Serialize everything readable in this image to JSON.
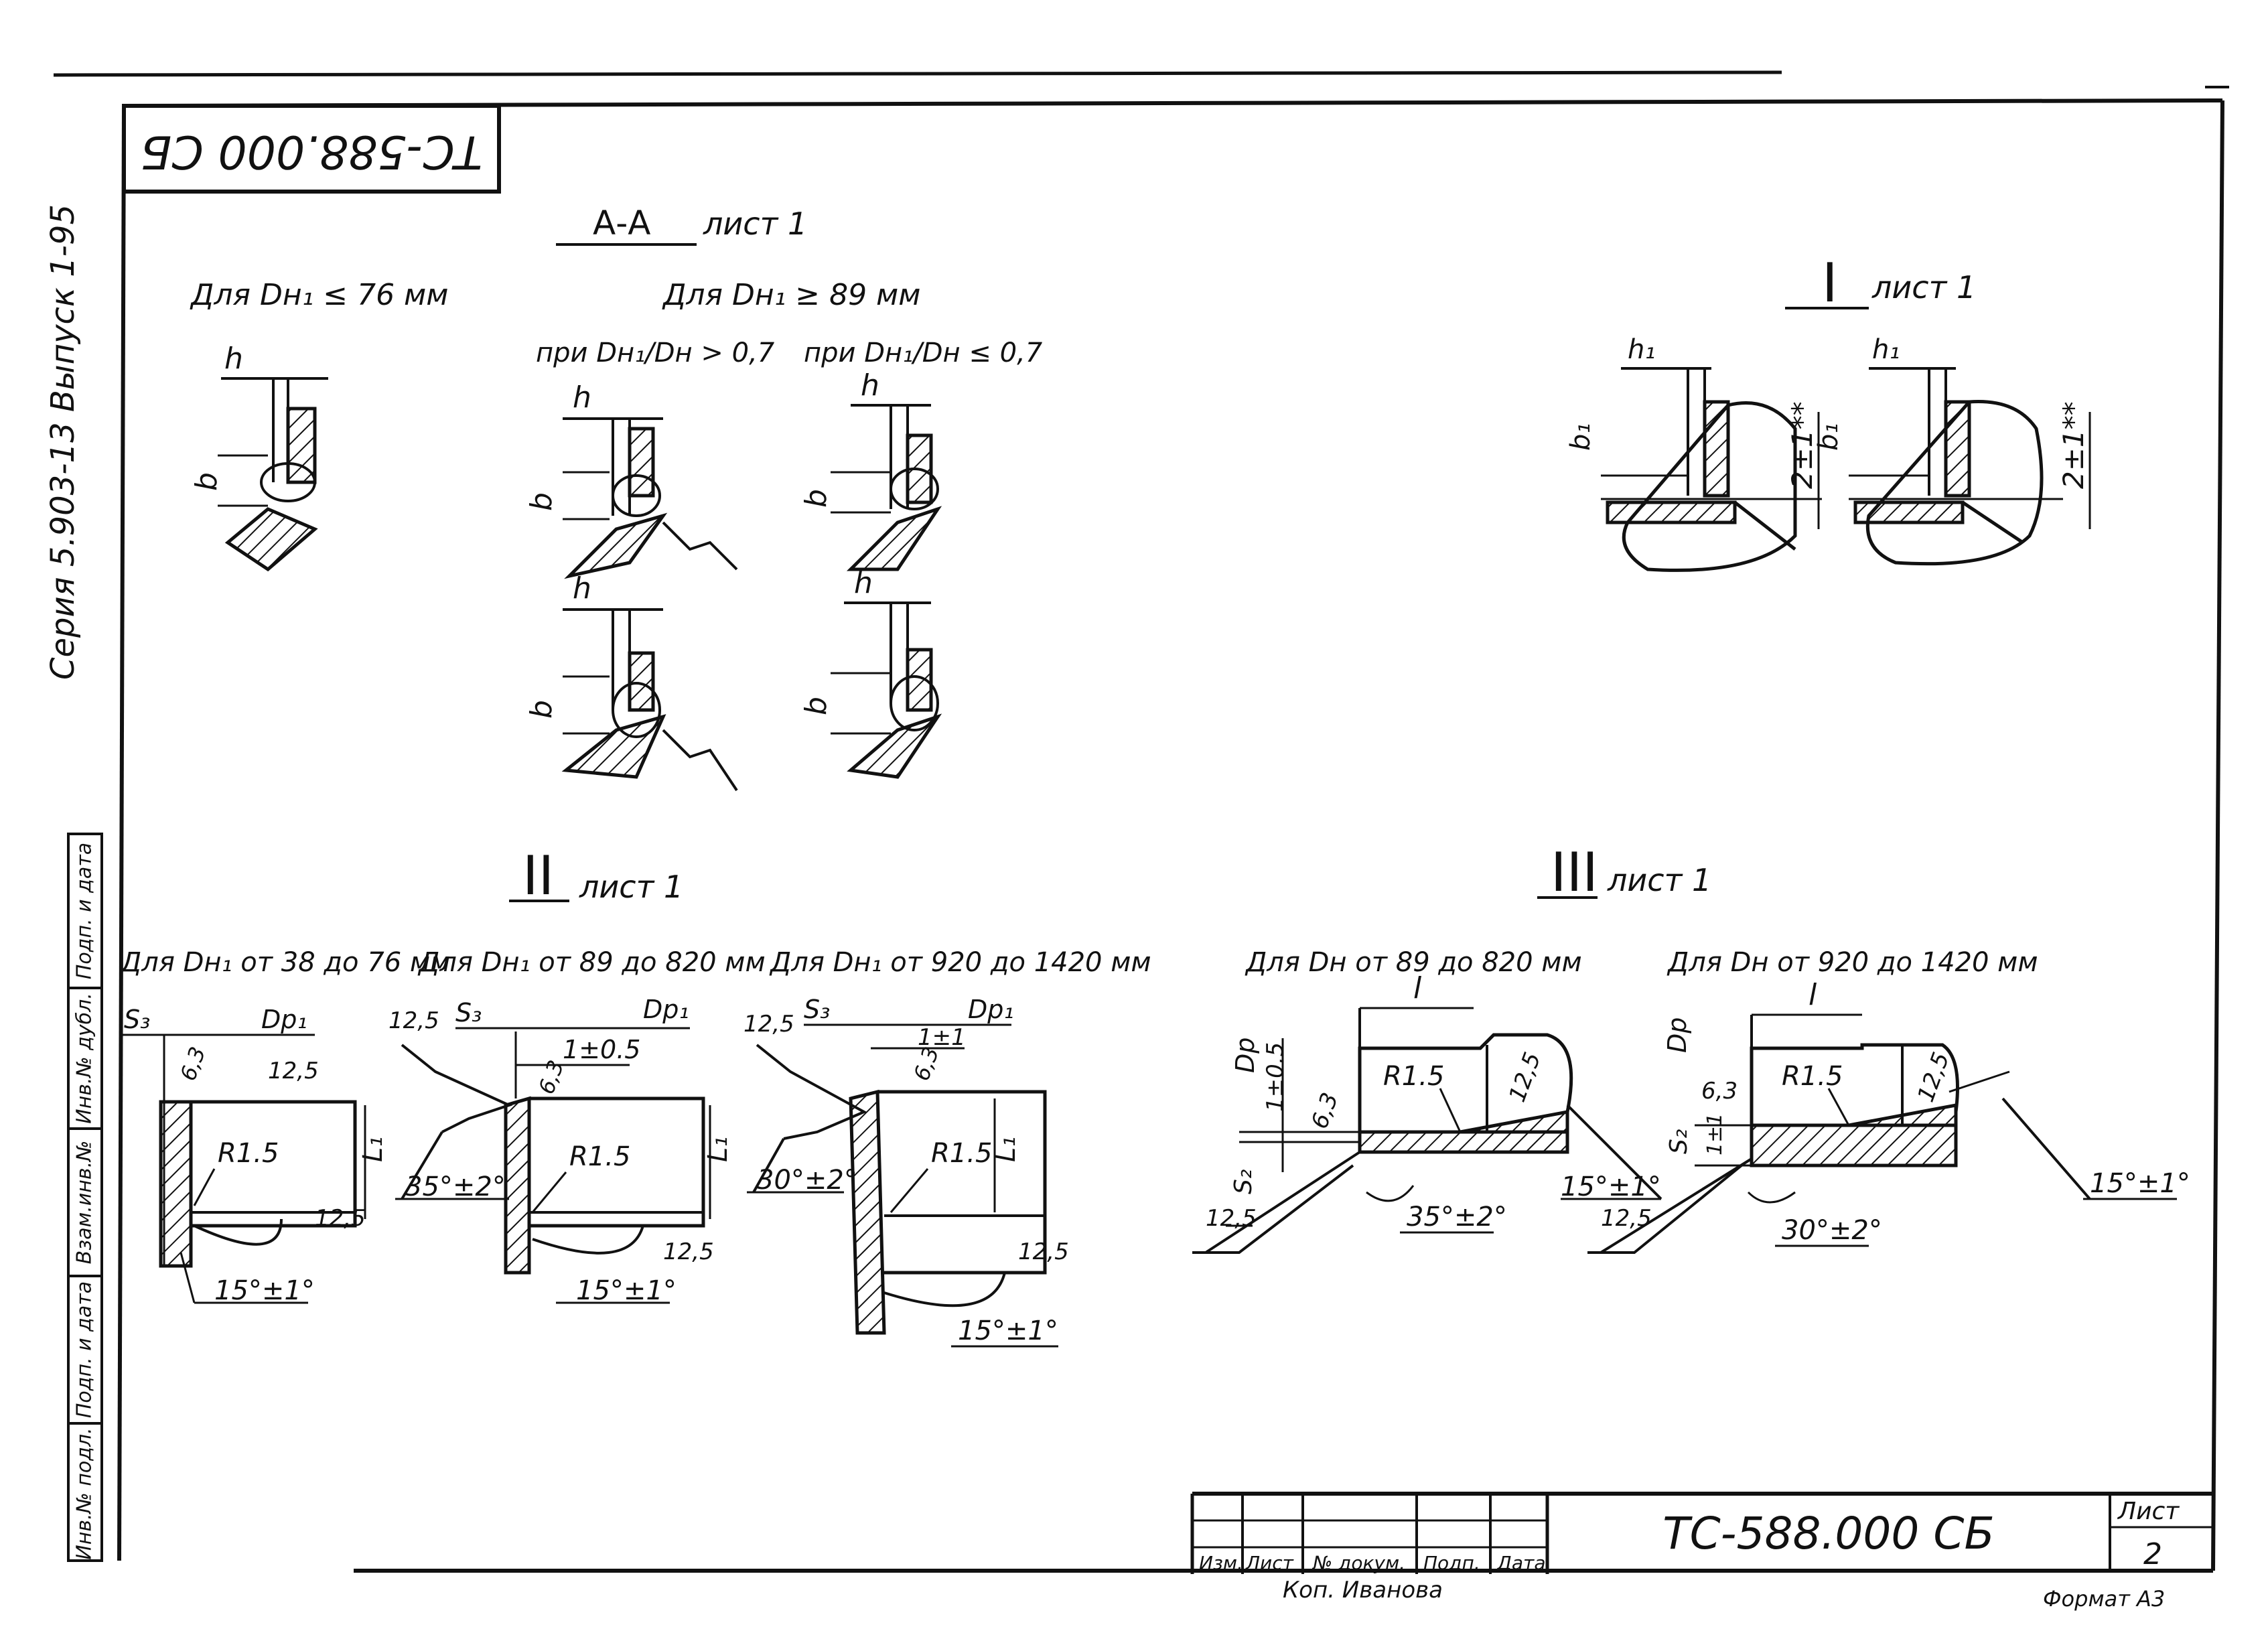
{
  "stamp_top": "ТС-588.000 СБ",
  "side_series": "Серия 5.903-13 Выпуск 1-95",
  "side_stamps": [
    "Подп. и дата",
    "Инв.№ дубл.",
    "Взам.инв.№",
    "Подп. и дата",
    "Инв.№ подл."
  ],
  "section_aa": {
    "title": "А-А",
    "sheet": "лист 1"
  },
  "cond_small": "Для Dн₁ ≤ 76 мм",
  "cond_large": "Для Dн₁ ≥ 89 мм",
  "ratio_gt": "при Dн₁/Dн > 0,7",
  "ratio_le": "при Dн₁/Dн ≤ 0,7",
  "view_I": {
    "title": "I",
    "sheet": "лист 1"
  },
  "view_II": {
    "title": "II",
    "sheet": "лист 1"
  },
  "view_III": {
    "title": "III",
    "sheet": "лист 1"
  },
  "II_conds": [
    "Для Dн₁ от 38 до 76 мм",
    "Для Dн₁ от 89 до 820 мм",
    "Для Dн₁ от 920 до 1420 мм"
  ],
  "III_conds": [
    "Для Dн от 89 до 820 мм",
    "Для Dн от 920 до 1420 мм"
  ],
  "labels": {
    "h": "h",
    "b": "b",
    "h1": "h₁",
    "b1": "b₁",
    "tol_2": "2±1**",
    "S3": "S₃",
    "S2": "S₂",
    "Dp1": "Dр₁",
    "Dp": "Dр",
    "L1": "L₁",
    "l": "l",
    "R15": "R1.5",
    "r125": "12,5",
    "r63": "6,3",
    "tol_05": "1±0.5",
    "tol_1": "1±1",
    "ang15": "15°±1°",
    "ang35": "35°±2°",
    "ang30": "30°±2°"
  },
  "title_block": {
    "doc": "ТС-588.000 СБ",
    "cols": [
      "Изм.",
      "Лист",
      "№ докум.",
      "Подп.",
      "Дата"
    ],
    "sheet_label": "Лист",
    "sheet_no": "2",
    "copied": "Коп. Иванова",
    "format": "Формат А3"
  }
}
